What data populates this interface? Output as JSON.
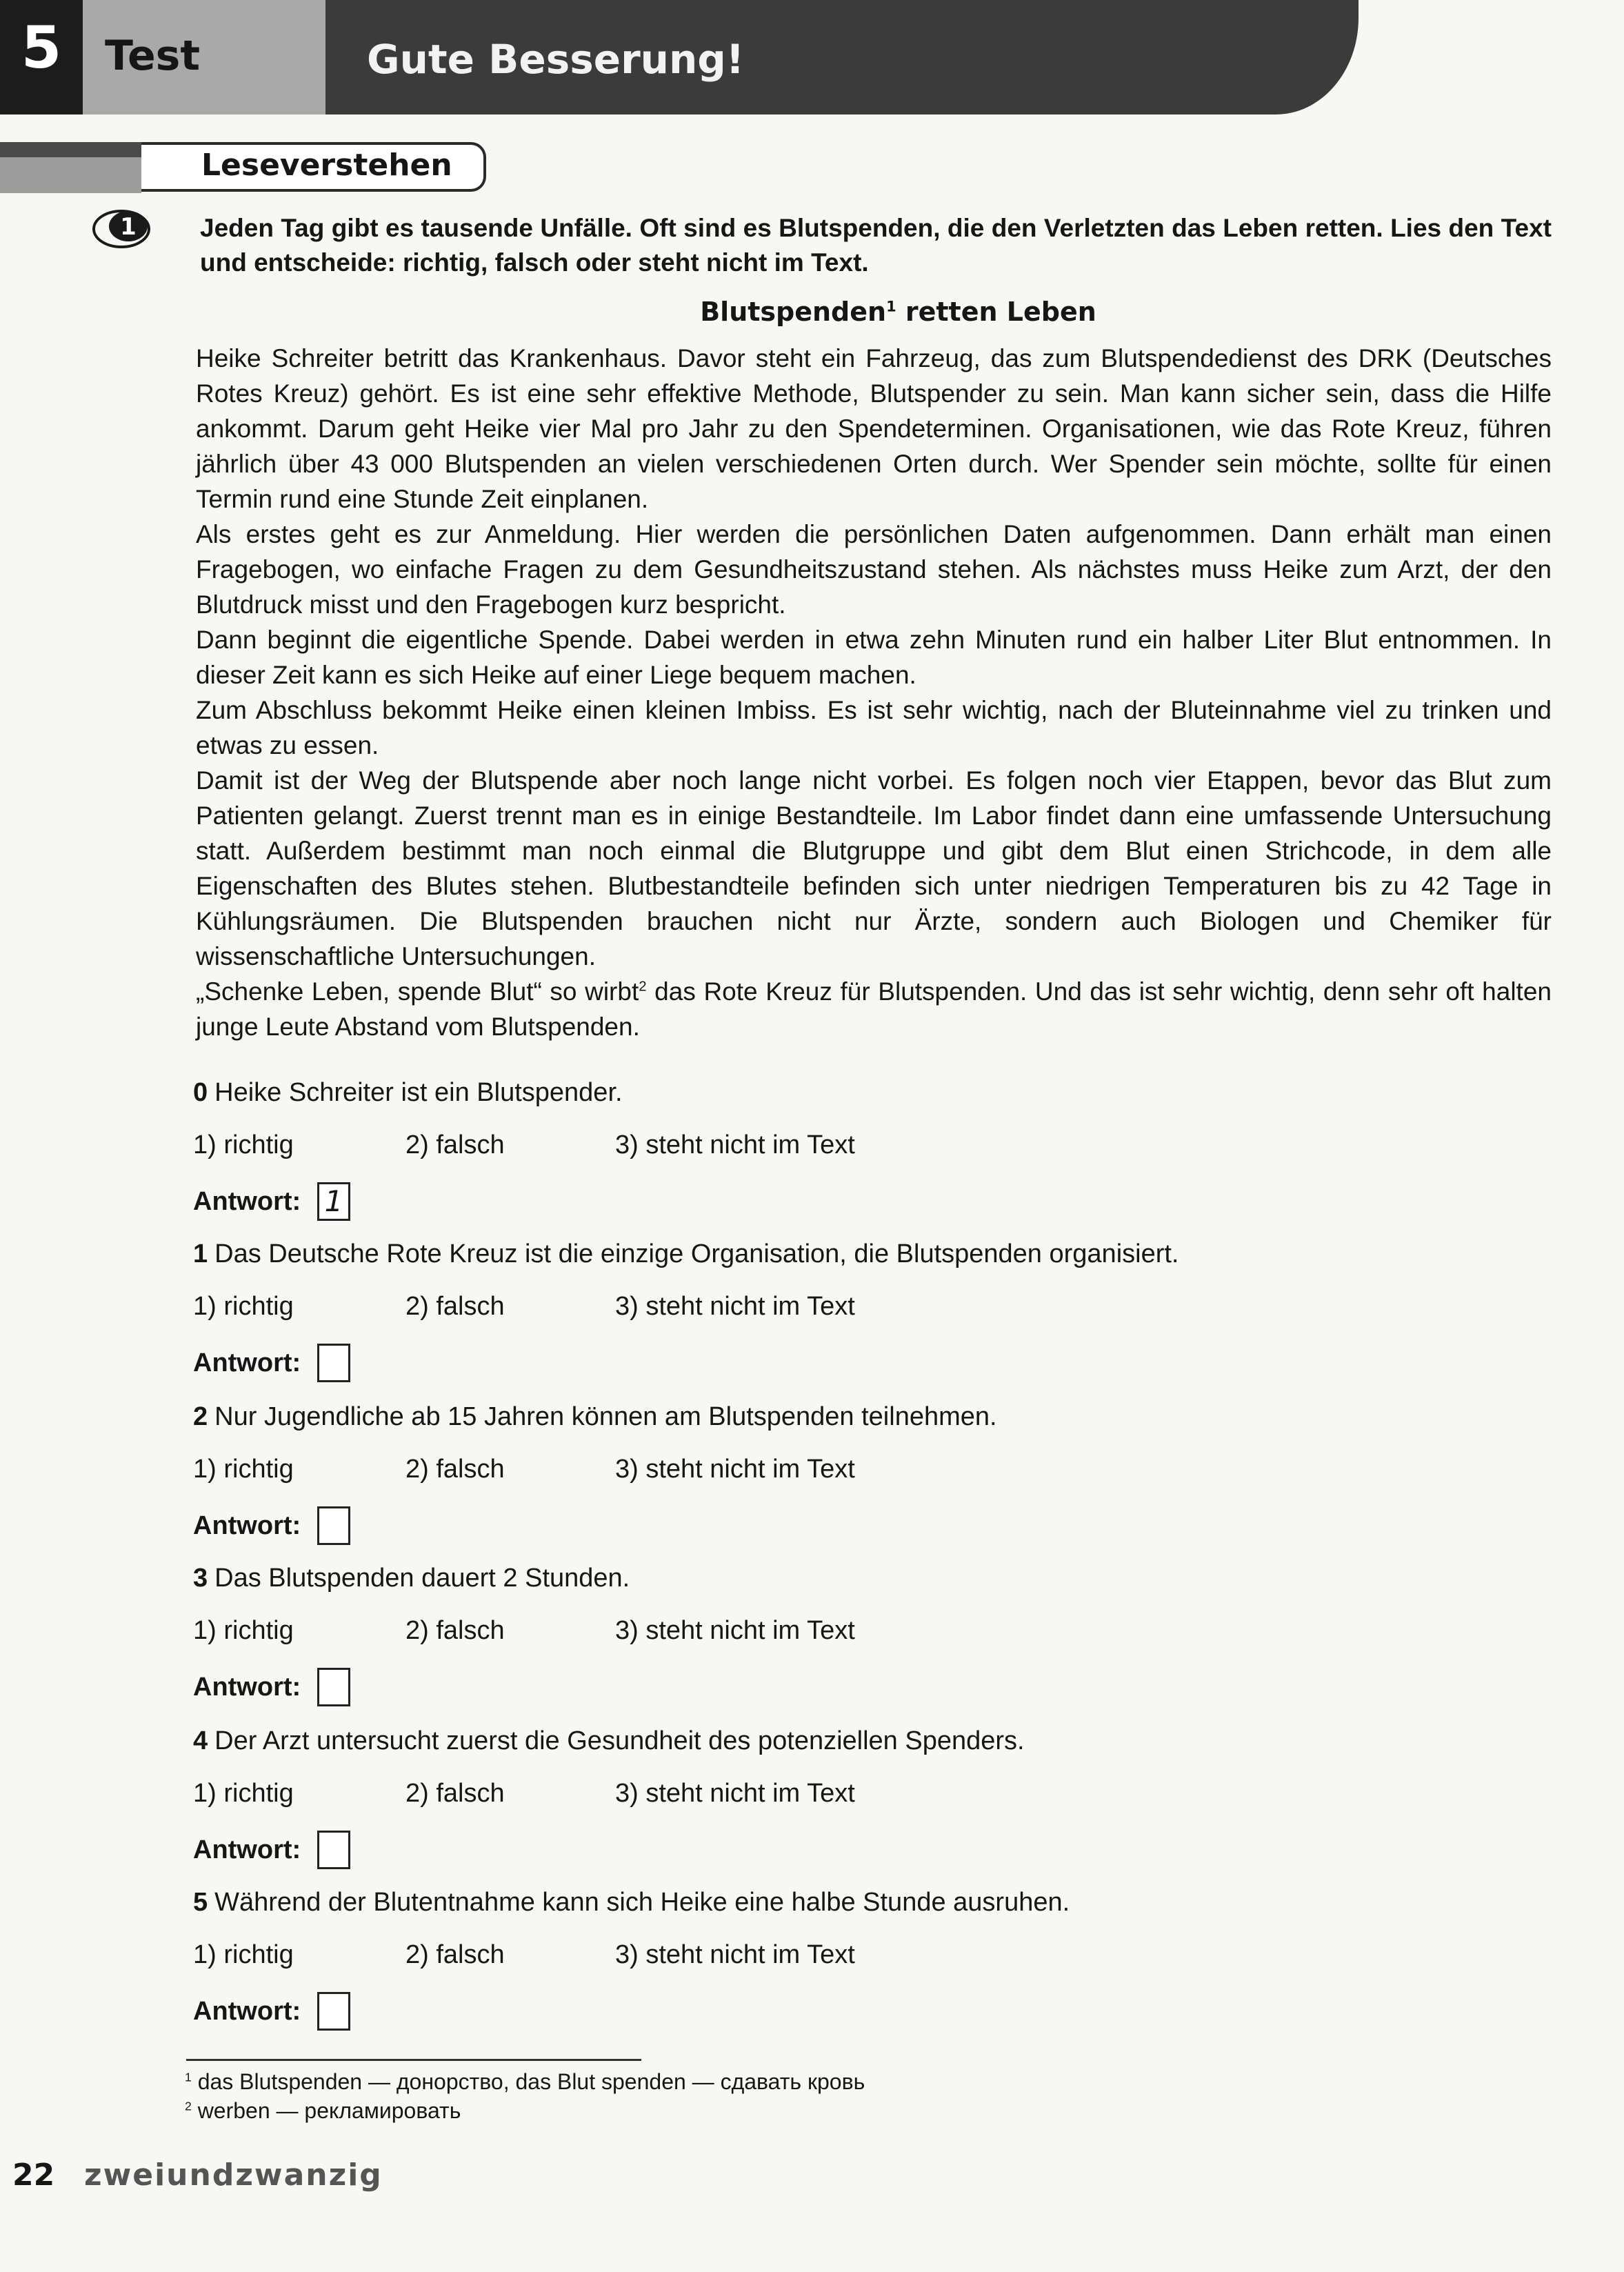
{
  "header": {
    "unit_number": "5",
    "test_label": "Test",
    "title": "Gute Besserung!"
  },
  "section": {
    "label": "Leseverstehen"
  },
  "task": {
    "number": "1",
    "instruction": "Jeden Tag gibt es tausende Unfälle. Oft sind es Blutspenden, die den Verletzten das Leben retten. Lies den Text und entscheide: richtig, falsch oder steht nicht im Text."
  },
  "article": {
    "title_part1": "Blutspenden",
    "title_sup": "1",
    "title_part2": " retten Leben",
    "paragraphs": [
      "Heike Schreiter betritt das Krankenhaus. Davor steht ein Fahrzeug, das zum Blutspendedienst des DRK (Deutsches Rotes Kreuz) gehört. Es ist eine sehr effektive Methode, Blutspender zu sein. Man kann sicher sein, dass die Hilfe ankommt. Darum geht Heike vier Mal pro Jahr zu den Spendeterminen. Organisationen, wie das Rote Kreuz, führen jährlich über 43 000 Blutspenden an vielen verschiedenen Orten durch. Wer Spender sein möchte, sollte für einen Termin rund eine Stunde Zeit einplanen.",
      "Als erstes geht es zur Anmeldung. Hier werden die persönlichen Daten aufgenommen. Dann erhält man einen Fragebogen, wo einfache Fragen zu dem Gesundheitszustand stehen. Als nächstes muss Heike zum Arzt, der den Blutdruck misst und den Fragebogen kurz bespricht.",
      "Dann beginnt die eigentliche Spende. Dabei werden in etwa zehn Minuten rund ein halber Liter Blut entnommen. In dieser Zeit kann es sich Heike auf einer Liege bequem machen.",
      "Zum Abschluss bekommt Heike einen kleinen Imbiss. Es ist sehr wichtig, nach der Bluteinnahme viel zu trinken und etwas zu essen.",
      "Damit ist der Weg der Blutspende aber noch lange nicht vorbei. Es folgen noch vier Etappen, bevor das Blut zum Patienten gelangt. Zuerst trennt man es in einige Bestandteile. Im Labor findet dann eine umfassende Untersuchung statt. Außerdem bestimmt man noch einmal die Blutgruppe und gibt dem Blut einen Strichcode, in dem alle Eigenschaften des Blutes stehen. Blutbestandteile befinden sich unter niedrigen Temperaturen bis zu 42 Tage in Kühlungsräumen. Die Blutspenden brauchen nicht nur Ärzte, sondern auch Biologen und Chemiker für wissenschaftliche Untersuchungen."
    ],
    "last_para_part1": "„Schenke Leben, spende Blut“ so wirbt",
    "last_para_sup": "2",
    "last_para_part2": " das Rote Kreuz für Blutspenden. Und das ist sehr wichtig, denn sehr oft halten junge Leute Abstand vom Blutspenden."
  },
  "options": {
    "opt1": "1) richtig",
    "opt2": "2) falsch",
    "opt3": "3) steht nicht im Text",
    "answer_label": "Antwort:"
  },
  "questions": [
    {
      "num": "0",
      "text": "Heike Schreiter ist ein Blutspender.",
      "answer": "1"
    },
    {
      "num": "1",
      "text": "Das Deutsche Rote Kreuz ist die einzige Organisation, die Blutspenden organisiert.",
      "answer": ""
    },
    {
      "num": "2",
      "text": "Nur Jugendliche ab 15 Jahren können am Blutspenden teilnehmen.",
      "answer": ""
    },
    {
      "num": "3",
      "text": "Das Blutspenden dauert 2 Stunden.",
      "answer": ""
    },
    {
      "num": "4",
      "text": "Der Arzt untersucht zuerst die Gesundheit des potenziellen Spenders.",
      "answer": ""
    },
    {
      "num": "5",
      "text": "Während der Blutentnahme kann sich Heike eine halbe Stunde ausruhen.",
      "answer": ""
    }
  ],
  "footnotes": [
    {
      "num": "1",
      "text": "das Blutspenden — донорство, das Blut spenden — сдавать кровь"
    },
    {
      "num": "2",
      "text": "werben — рекламировать"
    }
  ],
  "footer": {
    "page_number": "22",
    "page_word": "zweiundzwanzig"
  }
}
